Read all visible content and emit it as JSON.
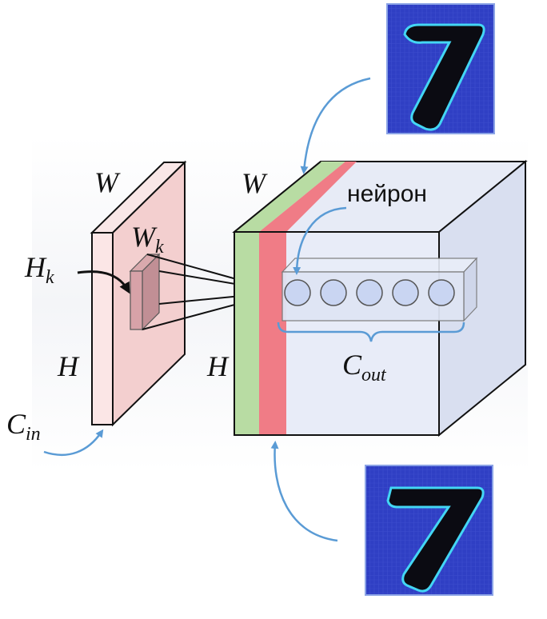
{
  "input_tensor": {
    "width_label": "W",
    "height_label": "H",
    "channels_label_main": "C",
    "channels_label_sub": "in",
    "kernel_height_main": "H",
    "kernel_height_sub": "k",
    "kernel_width_main": "W",
    "kernel_width_sub": "k",
    "face_color": "#f6d8d8",
    "edge_color": "#111111"
  },
  "output_tensor": {
    "width_label": "W",
    "height_label": "H",
    "channels_label_main": "C",
    "channels_label_sub": "out",
    "neuron_label": "нейрон",
    "face_color": "#e4e9f7",
    "green_channel_color": "#b8dca3",
    "red_channel_color": "#f07c86",
    "neurons_count": 5
  },
  "feature_maps": {
    "top_image": "digit-7-feature-map",
    "bottom_image": "digit-7-feature-map",
    "background_color": "#2f3fc4",
    "stroke_color": "#111111",
    "edge_color": "#43d6f4"
  },
  "arrow_color": "#5a9bd5"
}
